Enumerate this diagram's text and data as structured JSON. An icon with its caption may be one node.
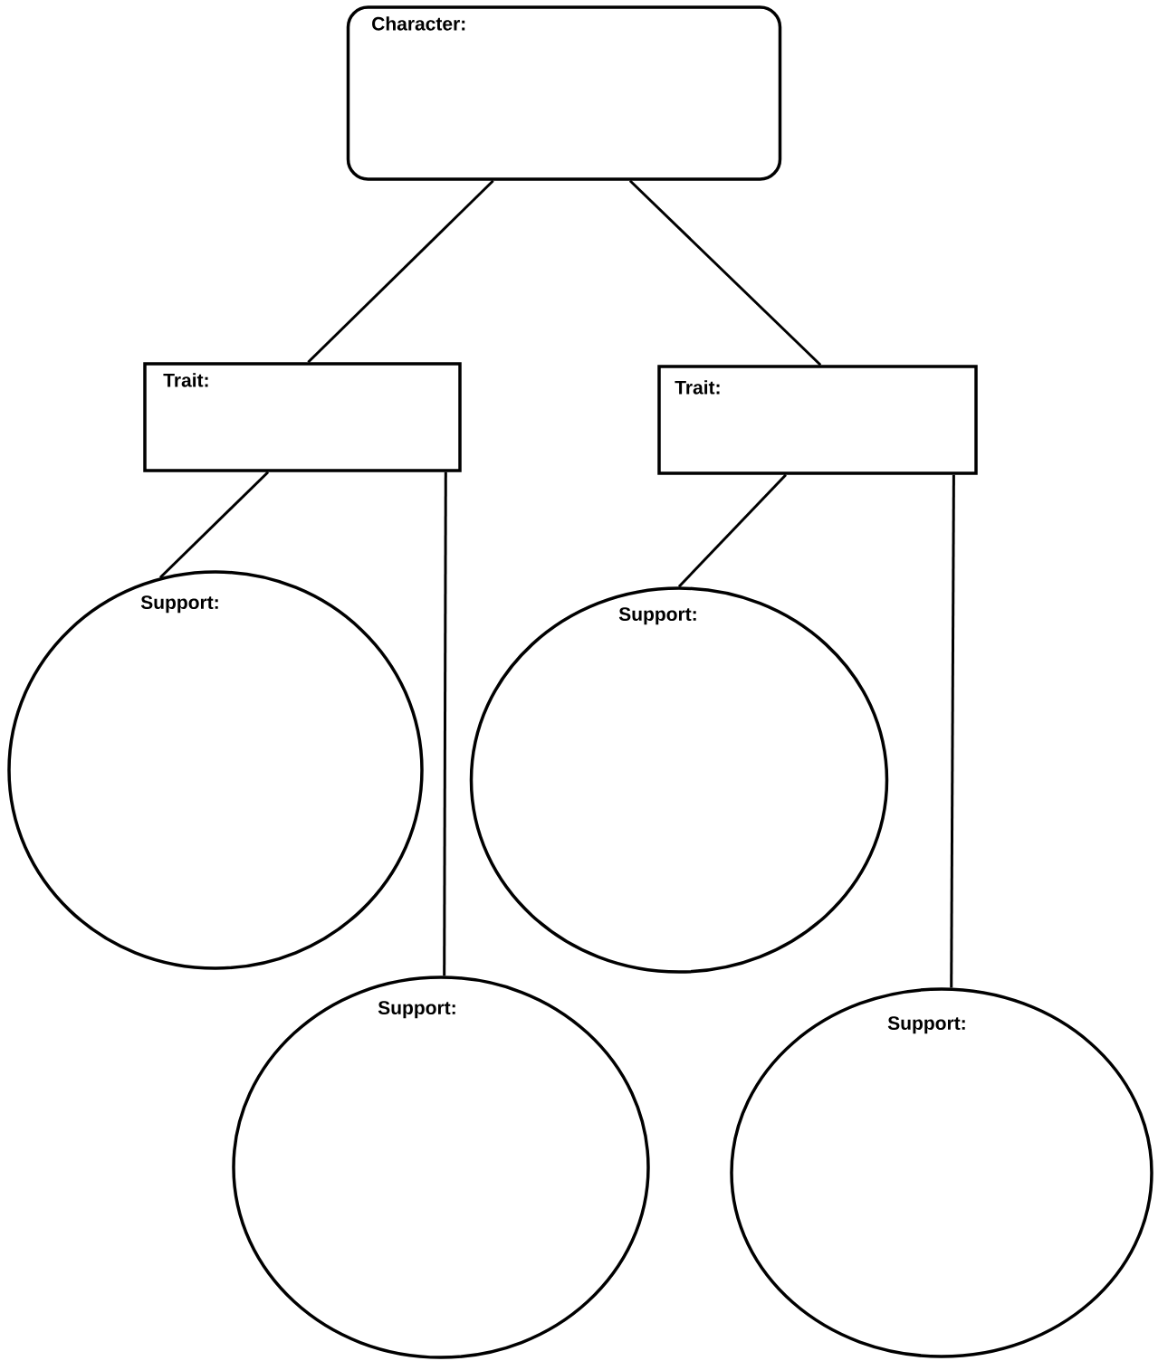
{
  "diagram": {
    "nodes": [
      {
        "text": [
          "Character:"
        ]
      },
      {
        "text": [
          "Trait:"
        ]
      },
      {
        "text": [
          "Trait:"
        ]
      },
      {
        "text": [
          "Support:"
        ]
      },
      {
        "text": [
          "Support:"
        ]
      },
      {
        "text": [
          "Support:"
        ]
      },
      {
        "text": [
          "Support:"
        ]
      }
    ],
    "edges": [
      {
        "from": 0,
        "to": 1,
        "arrow": "none"
      },
      {
        "from": 0,
        "to": 2,
        "arrow": "none"
      },
      {
        "from": 1,
        "to": 3,
        "arrow": "none"
      },
      {
        "from": 1,
        "to": 5,
        "arrow": "none"
      },
      {
        "from": 2,
        "to": 4,
        "arrow": "none"
      },
      {
        "from": 2,
        "to": 6,
        "arrow": "none"
      }
    ]
  }
}
